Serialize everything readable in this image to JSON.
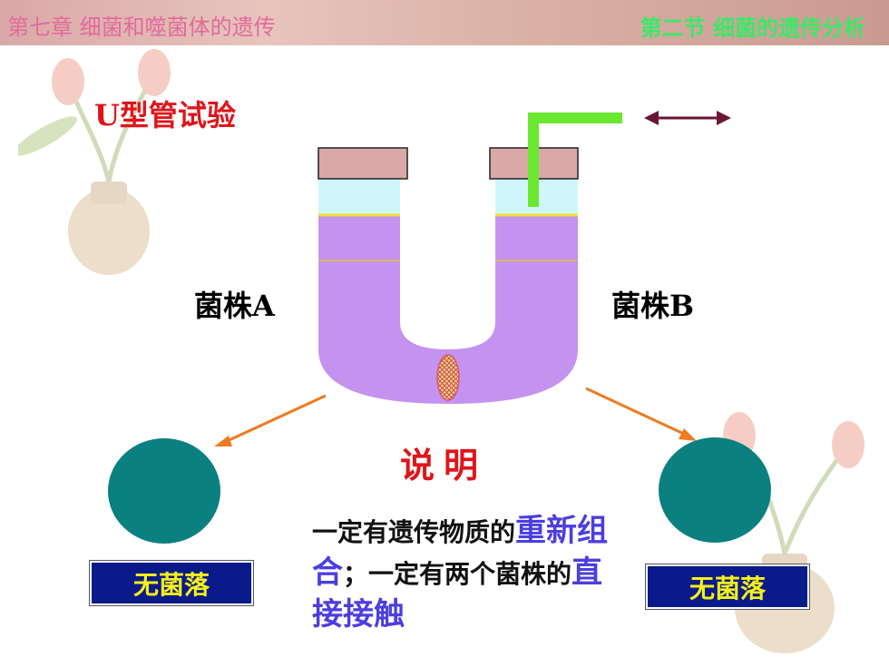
{
  "header": {
    "left_title": "第七章 细菌和噬菌体的遗传",
    "right_title": "第二节 细菌的遗传分析"
  },
  "slide": {
    "title": "U型管试验",
    "strain_a": "菌株A",
    "strain_b": "菌株B",
    "explain_title": "说明",
    "desc_part1": "一定有遗传物质的",
    "desc_hl1": "重新组合",
    "desc_part2": "；一定有两个菌株的",
    "desc_hl2": "直接接触",
    "result_left": "无菌落",
    "result_right": "无菌落"
  },
  "colors": {
    "tube": "#c493f0",
    "cap": "#d9a9a9",
    "liquid_top": "#cff7fb",
    "pipe": "#6be830",
    "arrow_orange": "#ef7a22",
    "double_arrow": "#6a1436",
    "plate": "#0b8080",
    "result_box": "#0a1a8a",
    "result_text": "#f5f018"
  },
  "icons": {
    "double_arrow": "left-right-arrow-icon",
    "filter": "filter-disc-icon"
  }
}
